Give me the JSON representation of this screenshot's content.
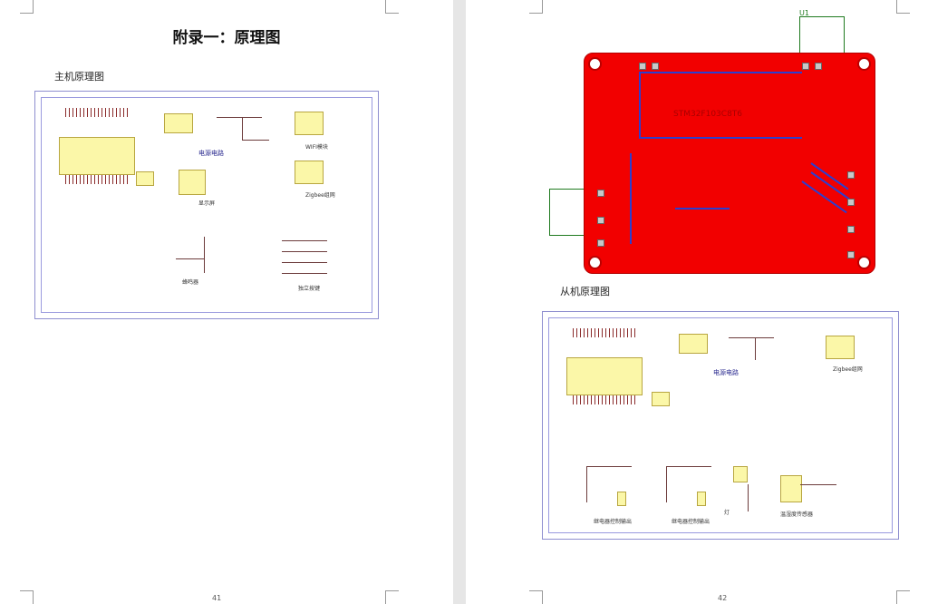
{
  "left_page": {
    "title": "附录一：原理图",
    "section_title": "主机原理图",
    "page_number": "41",
    "schematic_labels": {
      "power": "电源电路",
      "wifi": "WIFI模块",
      "zigbee": "Zigbee组网",
      "display": "显示屏",
      "buzzer": "蜂鸣器",
      "keys": "独立按键"
    }
  },
  "right_page": {
    "pcb_label": "U1",
    "pcb_part": "STM32F103C8T6",
    "section_title": "从机原理图",
    "page_number": "42",
    "schematic_labels": {
      "power": "电源电路",
      "zigbee": "Zigbee组网",
      "relay1": "继电器控制输出",
      "relay2": "继电器控制输出",
      "light": "灯",
      "sensor": "温湿度传感器"
    }
  }
}
